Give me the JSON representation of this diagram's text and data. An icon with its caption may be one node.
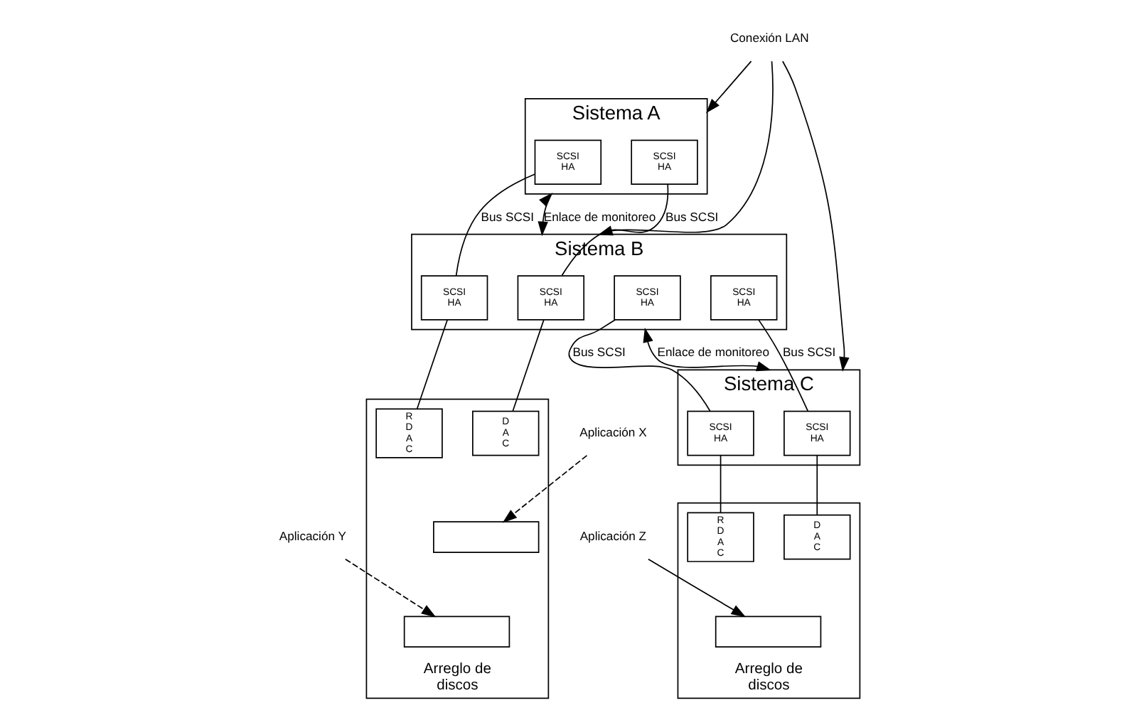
{
  "diagram": {
    "nodes": [
      {
        "text": [
          "Sistema A"
        ]
      },
      {
        "text": [
          "SCSI HA"
        ],
        "in": 0
      },
      {
        "text": [
          "SCSI HA"
        ],
        "in": 0
      },
      {
        "text": [
          "Sistema B"
        ]
      },
      {
        "text": [
          "SCSI HA"
        ],
        "in": 3
      },
      {
        "text": [
          "SCSI HA"
        ],
        "in": 3
      },
      {
        "text": [
          "SCSI HA"
        ],
        "in": 3
      },
      {
        "text": [
          "SCSI HA"
        ],
        "in": 3
      },
      {
        "text": [
          "Sistema C"
        ]
      },
      {
        "text": [
          "SCSI HA"
        ],
        "in": 8
      },
      {
        "text": [
          "SCSI HA"
        ],
        "in": 8
      },
      {
        "text": [
          "Conexión LAN"
        ]
      },
      {
        "text": [
          "Arreglo de discos"
        ]
      },
      {
        "text": [
          "D A C"
        ],
        "in": 12
      },
      {
        "text": [
          "R D A C"
        ],
        "in": 12
      },
      {
        "text": [],
        "shape": "box",
        "in": 12
      },
      {
        "text": [],
        "shape": "box",
        "in": 12
      },
      {
        "text": [
          "Arreglo de discos"
        ]
      },
      {
        "text": [
          "D A C"
        ],
        "in": 17
      },
      {
        "text": [
          "R D A C"
        ],
        "in": 17
      },
      {
        "text": [],
        "shape": "box",
        "in": 17
      },
      {
        "text": [
          "Aplicación X"
        ]
      },
      {
        "text": [
          "Aplicación Y"
        ]
      },
      {
        "text": [
          "Aplicación Z"
        ]
      }
    ],
    "edges": [
      {
        "from": 11,
        "to": 0,
        "arrow": "to"
      },
      {
        "from": 11,
        "to": 3,
        "arrow": "to"
      },
      {
        "from": 11,
        "to": 8,
        "arrow": "to"
      },
      {
        "from": 0,
        "to": 3,
        "arrow": "both",
        "label": "Enlace de monitoreo"
      },
      {
        "from": 3,
        "to": 8,
        "arrow": "both",
        "label": "Enlace de monitoreo"
      },
      {
        "from": 2,
        "to": 5,
        "arrow": "none",
        "label": "Bus SCSI"
      },
      {
        "from": 1,
        "to": 4,
        "arrow": "none",
        "label": "Bus SCSI"
      },
      {
        "from": 7,
        "to": 10,
        "arrow": "none",
        "label": "Bus SCSI"
      },
      {
        "from": 6,
        "to": 9,
        "arrow": "none",
        "label": "Bus SCSI"
      },
      {
        "from": 4,
        "to": 13,
        "arrow": "none"
      },
      {
        "from": 5,
        "to": 14,
        "arrow": "none"
      },
      {
        "from": 9,
        "to": 18,
        "arrow": "none"
      },
      {
        "from": 10,
        "to": 19,
        "arrow": "none"
      },
      {
        "from": 21,
        "to": 15,
        "arrow": "to",
        "style": "dashed"
      },
      {
        "from": 22,
        "to": 16,
        "arrow": "to",
        "style": "dashed"
      },
      {
        "from": 23,
        "to": 20,
        "arrow": "to"
      }
    ]
  }
}
